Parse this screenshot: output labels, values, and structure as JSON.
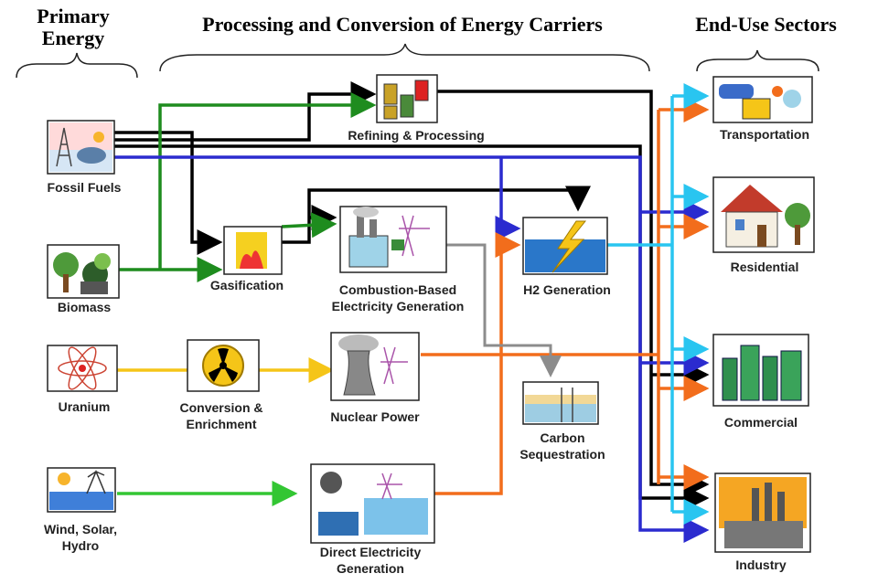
{
  "headers": {
    "primary": "Primary\nEnergy",
    "processing": "Processing and Conversion of Energy Carriers",
    "enduse": "End-Use Sectors"
  },
  "nodes": {
    "fossil": "Fossil Fuels",
    "biomass": "Biomass",
    "uranium": "Uranium",
    "wind": "Wind, Solar,\nHydro",
    "gasification": "Gasification",
    "refining": "Refining & Processing",
    "combustion": "Combustion-Based\nElectricity Generation",
    "conversion": "Conversion &\nEnrichment",
    "nuclear": "Nuclear Power",
    "direct": "Direct Electricity\nGeneration",
    "h2": "H2 Generation",
    "carbon": "Carbon\nSequestration",
    "transportation": "Transportation",
    "residential": "Residential",
    "commercial": "Commercial",
    "industry": "Industry"
  },
  "colors": {
    "black": "#000000",
    "green": "#1e8c1e",
    "blue": "#2b2bcf",
    "orange": "#f26d1c",
    "cyan": "#29c5f0",
    "yellow": "#f5c518",
    "gray": "#8c8c8c",
    "lightgreen": "#33c633"
  },
  "icons": {
    "fossil": "oil-rig-icon",
    "biomass": "tree-icon",
    "uranium": "atom-icon",
    "wind": "sun-wind-icon",
    "gasification": "fire-icon",
    "refining": "barrels-icon",
    "combustion": "power-plant-icon",
    "conversion": "radiation-icon",
    "nuclear": "cooling-tower-icon",
    "direct": "solar-dam-icon",
    "h2": "lightning-water-icon",
    "carbon": "underground-storage-icon",
    "transportation": "vehicles-icon",
    "residential": "house-icon",
    "commercial": "city-icon",
    "industry": "factory-icon"
  }
}
